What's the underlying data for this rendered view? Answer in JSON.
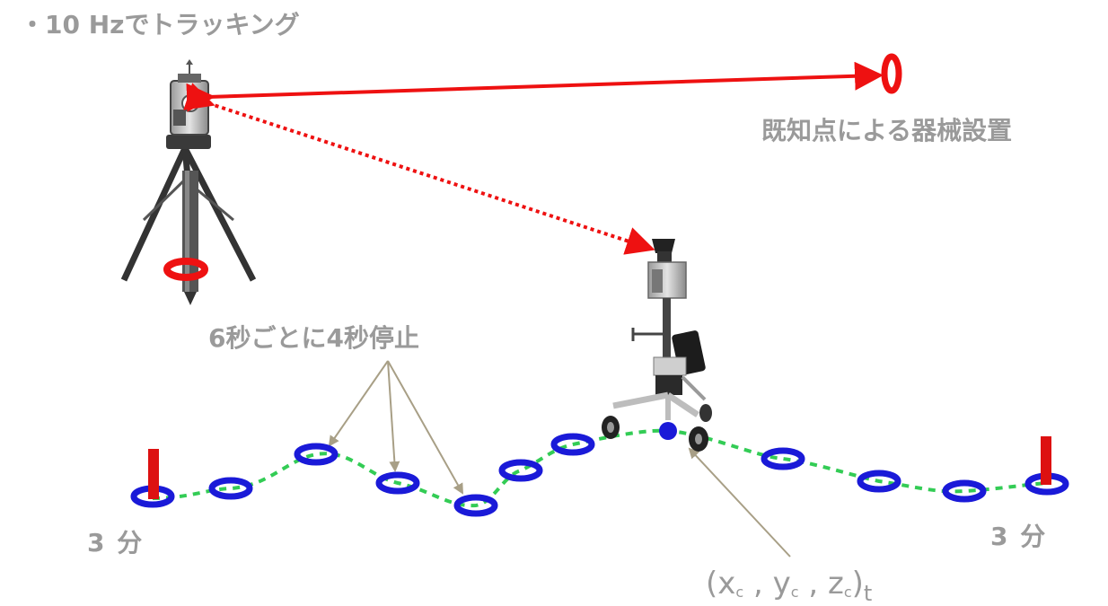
{
  "labels": {
    "title": "・10 Hzでトラッキング",
    "setup": "既知点による器械設置",
    "stop_interval": "6秒ごとに4秒停止",
    "start_time": "3 分",
    "end_time": "3 分"
  },
  "coordinate": {
    "open": "(x",
    "sub_x": "c",
    "sep1": " , y",
    "sub_y": "c",
    "sep2": " , z",
    "sub_z": "c",
    "close": ")",
    "sub_t": "t"
  },
  "colors": {
    "measurement_line": "#ee1111",
    "path": "#33cc55",
    "markers": "#1a1ad8",
    "pole": "#dd1111",
    "annotation_arrow": "#a89f86",
    "text": "#9a9a9a"
  },
  "path_markers": 12,
  "icons": [
    "total-station-icon",
    "prism-target-icon",
    "mobile-scanner-cart-icon",
    "survey-pole-icon"
  ]
}
